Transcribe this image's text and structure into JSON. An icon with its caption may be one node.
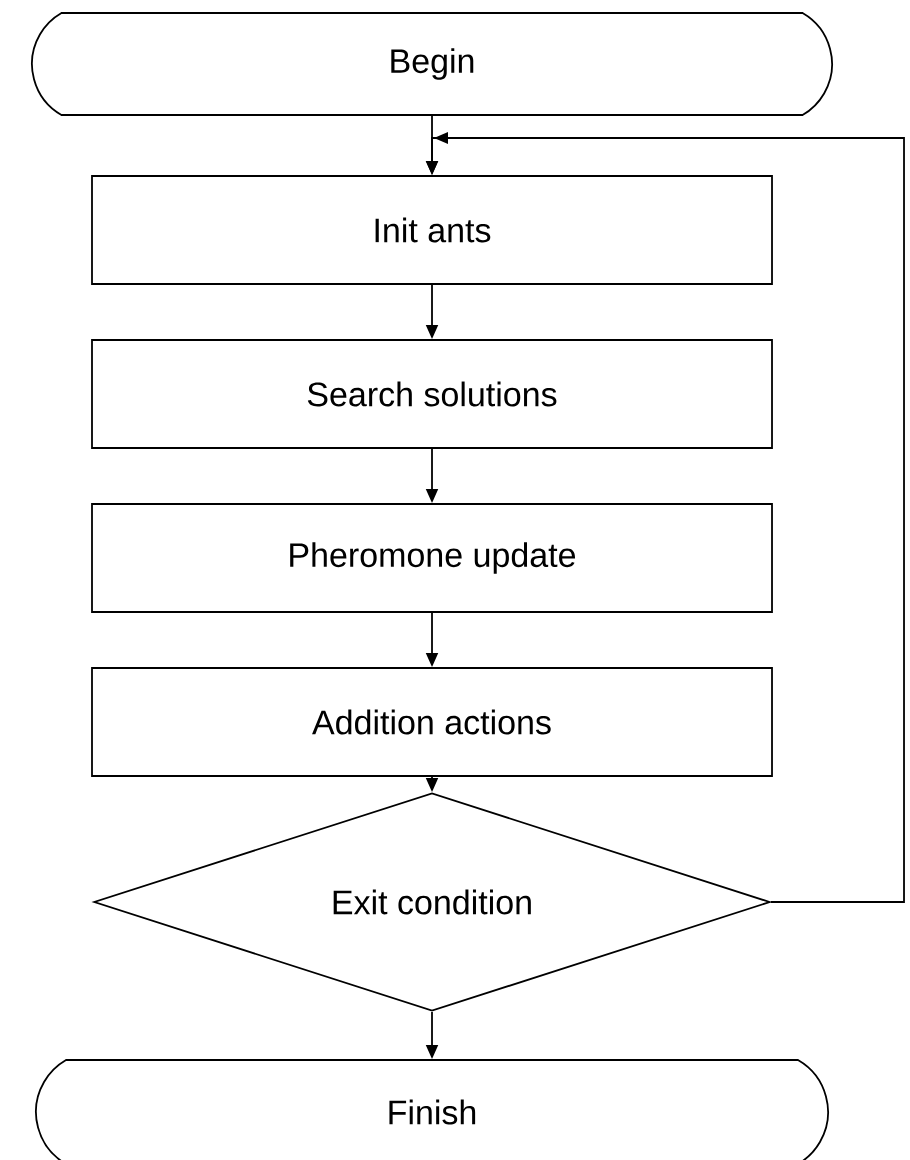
{
  "diagram": {
    "nodes": [
      {
        "text": [
          "Begin"
        ]
      },
      {
        "text": [
          "Init ants"
        ]
      },
      {
        "text": [
          "Search solutions"
        ]
      },
      {
        "text": [
          "Pheromone update"
        ]
      },
      {
        "text": [
          "Addition actions"
        ]
      },
      {
        "text": [
          "Exit condition"
        ]
      },
      {
        "text": [
          "Finish"
        ]
      }
    ],
    "edges": [
      {
        "from": 0,
        "to": 1,
        "arrow": "to"
      },
      {
        "from": 1,
        "to": 2,
        "arrow": "to"
      },
      {
        "from": 2,
        "to": 3,
        "arrow": "to"
      },
      {
        "from": 3,
        "to": 4,
        "arrow": "to"
      },
      {
        "from": 4,
        "to": 5,
        "arrow": "to"
      },
      {
        "from": 5,
        "to": 6,
        "arrow": "to"
      },
      {
        "from": 5,
        "to": 1,
        "arrow": "to"
      }
    ]
  }
}
